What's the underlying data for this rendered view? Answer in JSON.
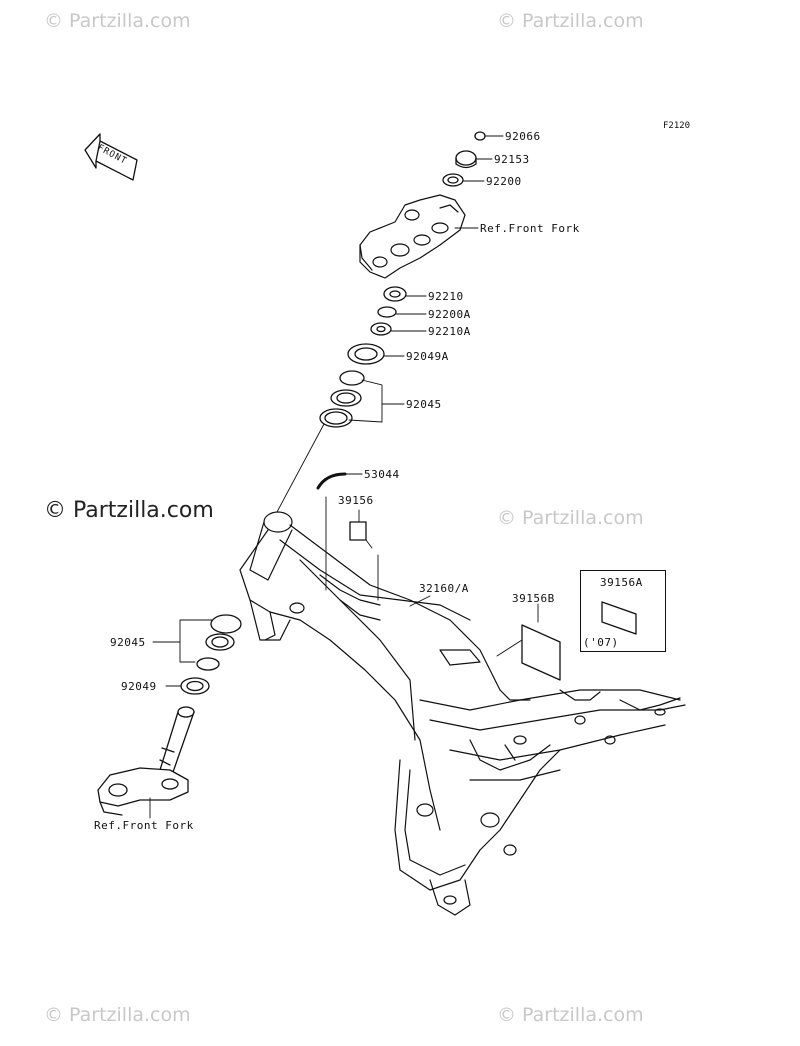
{
  "diagram_code": "F2120",
  "front_arrow_label": "FRONT",
  "watermark_text": "© Partzilla.com",
  "parts": {
    "p92066": "92066",
    "p92153": "92153",
    "p92200": "92200",
    "ref_front_fork_top": "Ref.Front Fork",
    "p92210": "92210",
    "p92200A": "92200A",
    "p92210A": "92210A",
    "p92049A": "92049A",
    "p92045_top": "92045",
    "p53044": "53044",
    "p39156": "39156",
    "p32160A": "32160/A",
    "p39156B": "39156B",
    "p39156A": "39156A",
    "p39156A_note": "('07)",
    "p92045_bottom": "92045",
    "p92049": "92049",
    "ref_front_fork_bottom": "Ref.Front Fork"
  }
}
